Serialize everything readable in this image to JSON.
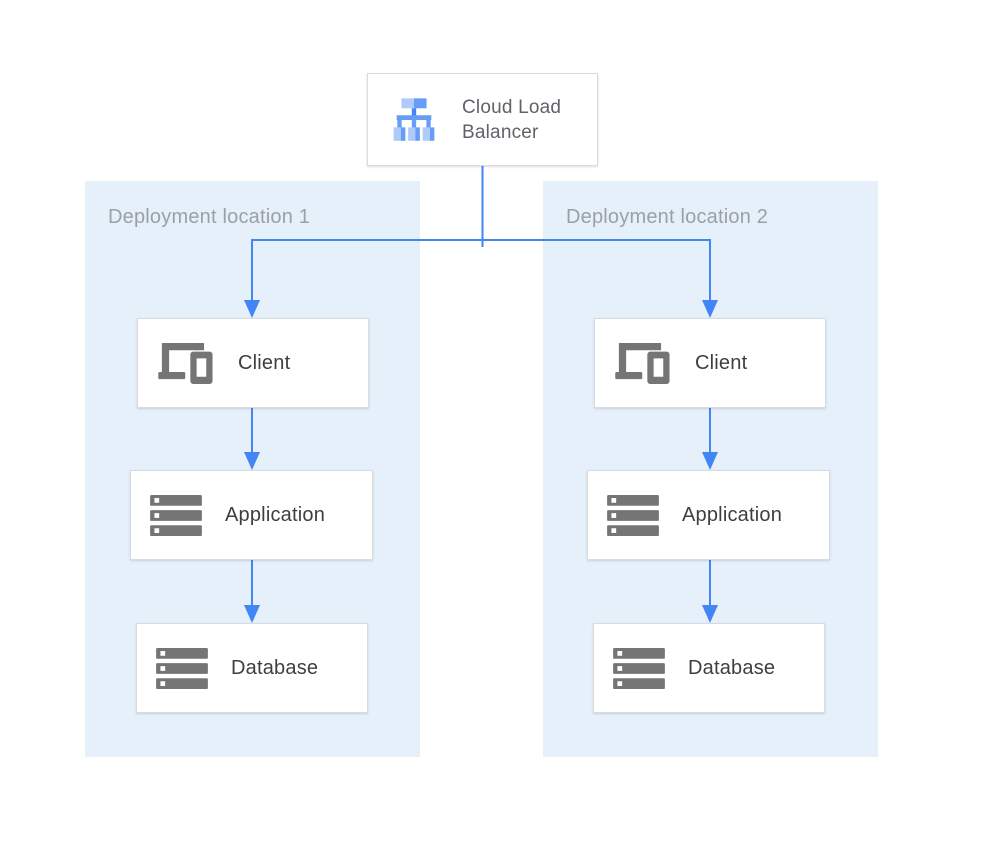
{
  "diagram": {
    "load_balancer": {
      "label": "Cloud Load Balancer",
      "icon": "cloud-load-balancer-icon"
    },
    "regions": [
      {
        "label": "Deployment location 1",
        "nodes": [
          {
            "label": "Client",
            "icon": "devices-icon"
          },
          {
            "label": "Application",
            "icon": "storage-icon"
          },
          {
            "label": "Database",
            "icon": "storage-icon"
          }
        ]
      },
      {
        "label": "Deployment location 2",
        "nodes": [
          {
            "label": "Client",
            "icon": "devices-icon"
          },
          {
            "label": "Application",
            "icon": "storage-icon"
          },
          {
            "label": "Database",
            "icon": "storage-icon"
          }
        ]
      }
    ],
    "colors": {
      "connector_blue": "#4285F4",
      "region_background": "#E6F0FB",
      "node_border": "#D9DBDE",
      "node_label": "#3C4043",
      "lb_label": "#5F6368",
      "region_label": "#9AA0A6",
      "icon_gray": "#757575",
      "icon_blue_light": "#AECBFA",
      "icon_blue_medium": "#669DF6",
      "icon_blue_dark": "#4285F4"
    }
  }
}
